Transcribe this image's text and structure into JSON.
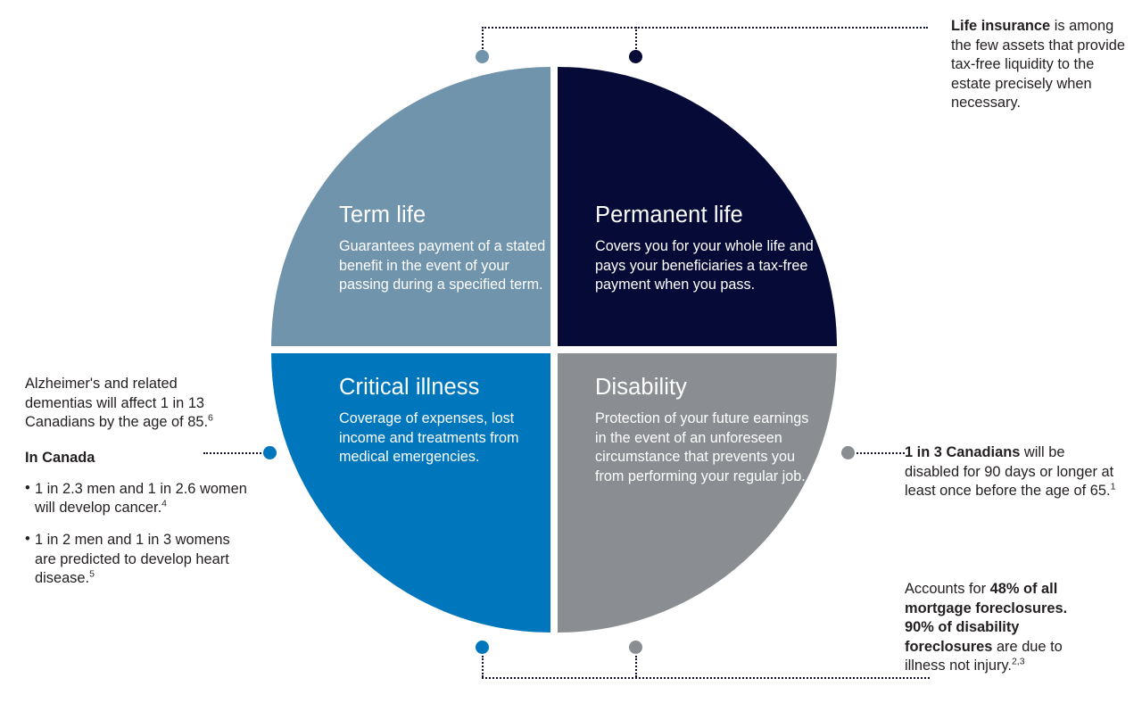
{
  "palette": {
    "term_life": "#7094ac",
    "permanent_life": "#060a36",
    "critical_illness": "#0077bd",
    "disability": "#8a8d91",
    "text": "#231f20",
    "connector": "#111133"
  },
  "quadrants": [
    {
      "id": "term-life",
      "title": "Term life",
      "description": "Guarantees payment of a stated benefit in the event of your passing during a specified term.",
      "color": "#7094ac"
    },
    {
      "id": "permanent-life",
      "title": "Permanent life",
      "description": "Covers you for your whole life and pays your beneficiaries a tax-free payment when you pass.",
      "color": "#060a36"
    },
    {
      "id": "critical-illness",
      "title": "Critical illness",
      "description": "Coverage of expenses, lost income and treatments from medical emergencies.",
      "color": "#0077bd"
    },
    {
      "id": "disability",
      "title": "Disability",
      "description": "Protection of your future earnings in the event of an unforeseen circumstance that prevents you from performing your regular job.",
      "color": "#8a8d91"
    }
  ],
  "notes": {
    "life_insurance": {
      "lead": "Life insurance",
      "body": " is among the few assets that provide tax-free liquidity to the estate precisely when necessary."
    },
    "disability_stat": {
      "lead": "1 in 3 Canadians",
      "body": " will be disabled for 90 days or longer at least once before the age of 65.",
      "footnote": "1"
    },
    "foreclosure_stat": {
      "part1": "Accounts for ",
      "bold1": "48% of all mortgage foreclosures. 90% of disability foreclosures",
      "part2": " are due to illness not injury.",
      "footnote": "2,3"
    }
  },
  "left_block": {
    "intro": "Alzheimer's and related dementias will affect 1 in 13 Canadians by the age of 85.",
    "intro_footnote": "6",
    "heading": "In Canada",
    "items": [
      {
        "text": "1 in 2.3 men and 1 in 2.6 women will develop cancer.",
        "footnote": "4"
      },
      {
        "text": "1 in 2 men and 1 in 3 womens are predicted to develop heart disease.",
        "footnote": "5"
      }
    ]
  }
}
